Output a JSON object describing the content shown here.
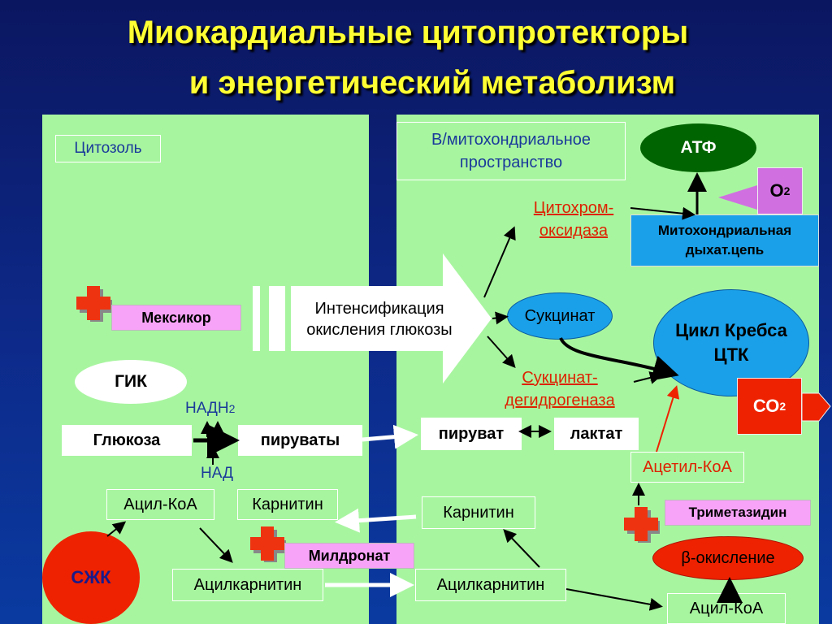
{
  "title": {
    "line1": "Миокардиальные цитопротекторы",
    "line2": "и энергетический  метаболизм"
  },
  "left": {
    "cytosol": "Цитозоль",
    "meksikor": "Мексикор",
    "gik": "ГИК",
    "nadh": "НАДН",
    "nadh_sub": "2",
    "nad": "НАД",
    "glucose": "Глюкоза",
    "pyruvates": "пируваты",
    "acyl_coa": "Ацил-КоА",
    "carnitine": "Карнитин",
    "szhk": "СЖК",
    "mildronate": "Милдронат",
    "acylcarnitine": "Ацилкарнитин"
  },
  "center": {
    "intensification_line1": "Интенсификация",
    "intensification_line2": "окисления глюкозы"
  },
  "right": {
    "intermembrane_line1": "В/митохондриальное",
    "intermembrane_line2": "пространство",
    "atf": "АТФ",
    "o2": "О",
    "o2_sub": "2",
    "cytochrome_line1": "Цитохром-",
    "cytochrome_line2": "оксидаза",
    "resp_chain_line1": "Митохондриальная",
    "resp_chain_line2": "дыхат.цепь",
    "succinate": "Сукцинат",
    "krebs_line1": "Цикл Кребса",
    "krebs_line2": "ЦТК",
    "sdh_line1": "Сукцинат-",
    "sdh_line2": "дегидрогеназа",
    "co2": "СО",
    "co2_sub": "2",
    "pyruvate": "пируват",
    "lactate": "лактат",
    "acetyl_coa": "Ацетил-КоА",
    "carnitine": "Карнитин",
    "trimetazidine": "Триметазидин",
    "beta_ox": "β-окисление",
    "acylcarnitine": "Ацилкарнитин",
    "acyl_coa": "Ацил-КоА"
  },
  "colors": {
    "panel": "#a8f5a0",
    "title": "#ffff33",
    "atf": "#006400",
    "blue_node": "#1aa0e8",
    "red_node": "#ee2200",
    "pink": "#f7a3f7",
    "violet": "#d070e0"
  }
}
